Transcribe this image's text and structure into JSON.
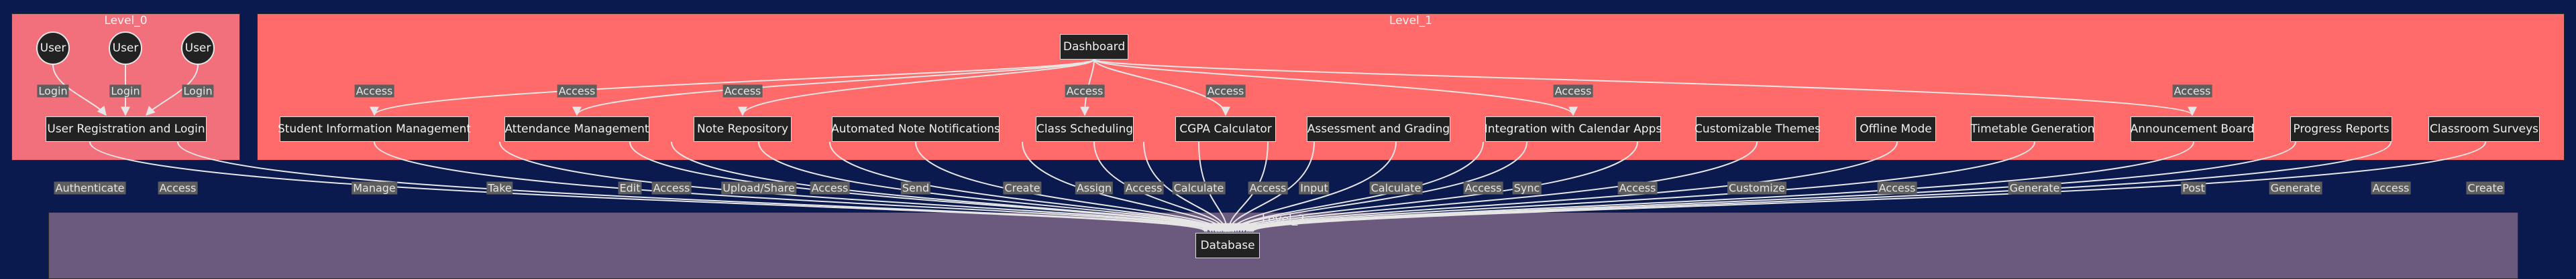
{
  "clusters": {
    "level0": "Level_0",
    "level1": "Level_1",
    "level2": "Level_2"
  },
  "nodes": {
    "user_1": "User",
    "user_2": "User",
    "user_3": "User",
    "registration": "User Registration and Login",
    "dashboard": "Dashboard",
    "student_info": "Student Information Management",
    "attendance": "Attendance Management",
    "note_repo": "Note Repository",
    "auto_notes": "Automated Note Notifications",
    "class_sched": "Class Scheduling",
    "cgpa": "CGPA Calculator",
    "assessment": "Assessment and Grading",
    "calendar": "Integration with Calendar Apps",
    "themes": "Customizable Themes",
    "offline": "Offline Mode",
    "timetable": "Timetable Generation",
    "announcement": "Announcement Board",
    "progress": "Progress Reports",
    "surveys": "Classroom Surveys",
    "database": "Database"
  },
  "edge_labels": {
    "login_1": "Login",
    "login_2": "Login",
    "login_3": "Login",
    "access_student_info": "Access",
    "access_attendance": "Access",
    "access_note_repo": "Access",
    "access_class_sched": "Access",
    "access_cgpa": "Access",
    "access_calendar": "Access",
    "access_announcement": "Access",
    "db_authenticate": "Authenticate",
    "db_reg_access": "Access",
    "db_manage": "Manage",
    "db_take": "Take",
    "db_edit": "Edit",
    "db_note_access_1": "Access",
    "db_upload_share": "Upload/Share",
    "db_note_access_2": "Access",
    "db_send": "Send",
    "db_create_sched": "Create",
    "db_assign": "Assign",
    "db_sched_access": "Access",
    "db_calculate_cgpa": "Calculate",
    "db_cgpa_access": "Access",
    "db_input": "Input",
    "db_calculate_grade": "Calculate",
    "db_grade_access": "Access",
    "db_sync": "Sync",
    "db_calendar_access": "Access",
    "db_customize": "Customize",
    "db_offline_access": "Access",
    "db_generate_timetable": "Generate",
    "db_post": "Post",
    "db_generate_progress": "Generate",
    "db_progress_access": "Access",
    "db_create_survey": "Create"
  },
  "colors": {
    "background": "#0a1a4e",
    "level0_fill": "#f1707c",
    "level1_fill": "#ff6b6b",
    "level2_fill": "#6b5a7e",
    "node_fill": "#222222",
    "edge": "#e6e6e6",
    "edge_label_bg": "#5e5e5e"
  }
}
